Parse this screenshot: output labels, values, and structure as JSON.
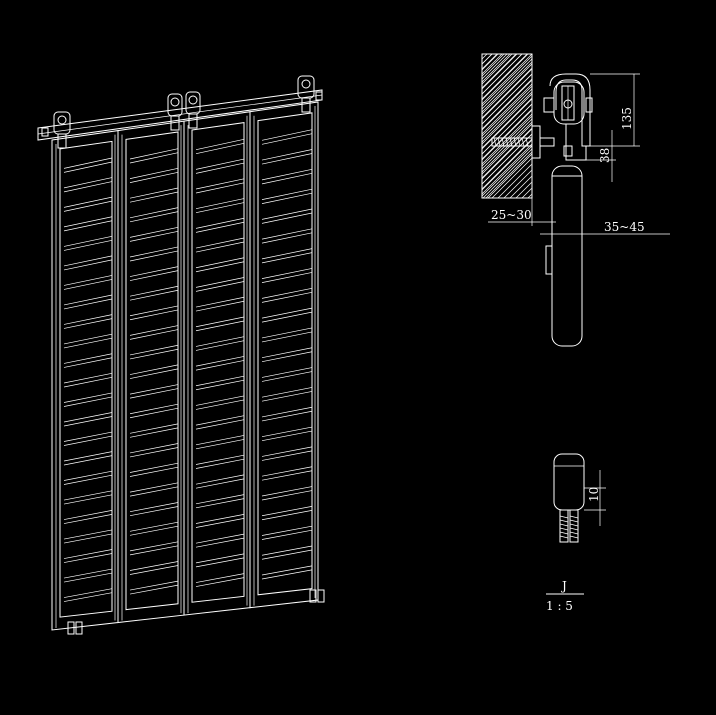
{
  "drawing": {
    "colors": {
      "background": "#000000",
      "line": "#ffffff"
    },
    "dimensions": {
      "height_wheel": "135",
      "rail_drop": "38",
      "wall_gap": "25~30",
      "door_offset": "35~45",
      "guide_height": "10"
    },
    "detail": {
      "label": "J",
      "scale": "1 : 5"
    }
  }
}
